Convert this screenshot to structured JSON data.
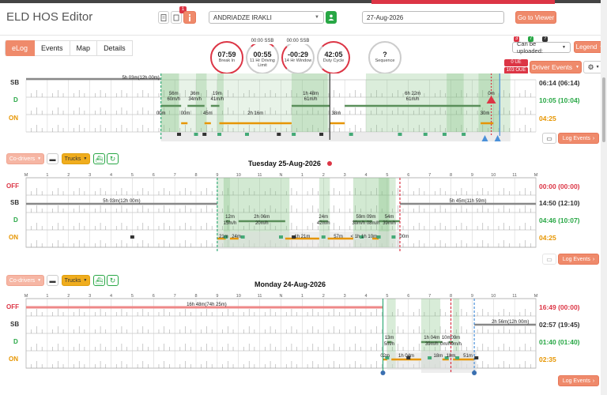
{
  "app": {
    "title": "ELD HOS Editor"
  },
  "header": {
    "notify_count": "1",
    "driver_name": "ANDRIADZE IRAKLI",
    "date": "27-Aug-2026",
    "go_viewer_label": "Go to Viewer"
  },
  "tabs": [
    {
      "label": "eLog"
    },
    {
      "label": "Events"
    },
    {
      "label": "Map"
    },
    {
      "label": "Details"
    }
  ],
  "gauges": [
    {
      "value": "07:59",
      "label": "Break In",
      "top": ""
    },
    {
      "value": "00:55",
      "label": "11 Hr Driving Limit",
      "top": "00:00 SSB"
    },
    {
      "value": "-00:29",
      "label": "14 Hr Window",
      "top": "00:00 SSB"
    },
    {
      "value": "42:05",
      "label": "Duty Cycle",
      "top": ""
    },
    {
      "value": "?",
      "label": "Sequence",
      "top": ""
    }
  ],
  "right": {
    "can_upload_label": "Can be uploaded:",
    "b1": "3",
    "b2": "7",
    "b3": "?",
    "legend_label": "Legend",
    "ue_label": "0 UE",
    "oue_label": "103 OUE",
    "driver_events_label": "Driver Events"
  },
  "common": {
    "rows": [
      "OFF",
      "SB",
      "D",
      "ON"
    ],
    "hours": [
      "M",
      "1",
      "2",
      "3",
      "4",
      "5",
      "6",
      "7",
      "8",
      "9",
      "10",
      "11",
      "N",
      "1",
      "2",
      "3",
      "4",
      "5",
      "6",
      "7",
      "8",
      "9",
      "10",
      "11",
      "M"
    ],
    "codrivers_label": "Co-drivers",
    "trucks_label": "Trucks",
    "log_events_label": "Log Events"
  },
  "day0": {
    "totals": [
      "06:14 (06:14)",
      "10:05 (10:04)",
      "04:25"
    ],
    "annotations": {
      "sbseg": "5h 03m(12h 00m)",
      "d1": "56m",
      "d1b": "60m/h",
      "d2": "36m",
      "d2b": "34m/h",
      "d3": "19m",
      "d3b": "41m/h",
      "d4": "1h 48m",
      "d4b": "61m/h",
      "d5": "6h 22m",
      "d5b": "61m/h",
      "d6": "0m",
      "on1": "00m",
      "on2": "00m",
      "on3": "45m",
      "on4": "2h 16m",
      "on5": "38m",
      "on6": "30m"
    }
  },
  "day1": {
    "title": "Tuesday 25-Aug-2026",
    "totals": [
      "00:00 (00:00)",
      "14:50 (12:10)",
      "04:46 (10:07)",
      "04:25"
    ],
    "annotations": {
      "sb1": "5h 03m(12h 00m)",
      "sb2": "5h 45m(11h 59m)",
      "d1": "12m",
      "d1b": "15m/h",
      "d2": "2h 06m",
      "d2b": "20m/h",
      "d3": "24m",
      "d3b": "42m/h",
      "d4": "59m  09m",
      "d4b": "30m/h 08m/h",
      "d5": "54m",
      "d5b": "39m/h",
      "on1": "21m",
      "on2": "24m",
      "on3": "1h 21m",
      "on4": "57m",
      "on5": "< 1h  1h 10m",
      "on6": "00m"
    }
  },
  "day2": {
    "title": "Monday 24-Aug-2026",
    "totals": [
      "16:49 (00:00)",
      "02:57 (19:45)",
      "01:40 (01:40)",
      "02:35"
    ],
    "annotations": {
      "off1": "16h 48m(74h 25m)",
      "sb1": "2h 56m(12h 00m)",
      "d1": "13m",
      "d1b": "5m/h",
      "d2": "1h 04m",
      "d2b": "39m/h",
      "d3": "10m09m",
      "d3b": "0m/h9m/h",
      "on1": "02m",
      "on2": "1h 04m",
      "on3": "18m",
      "on4": "18m",
      "on5": "51m"
    }
  }
}
